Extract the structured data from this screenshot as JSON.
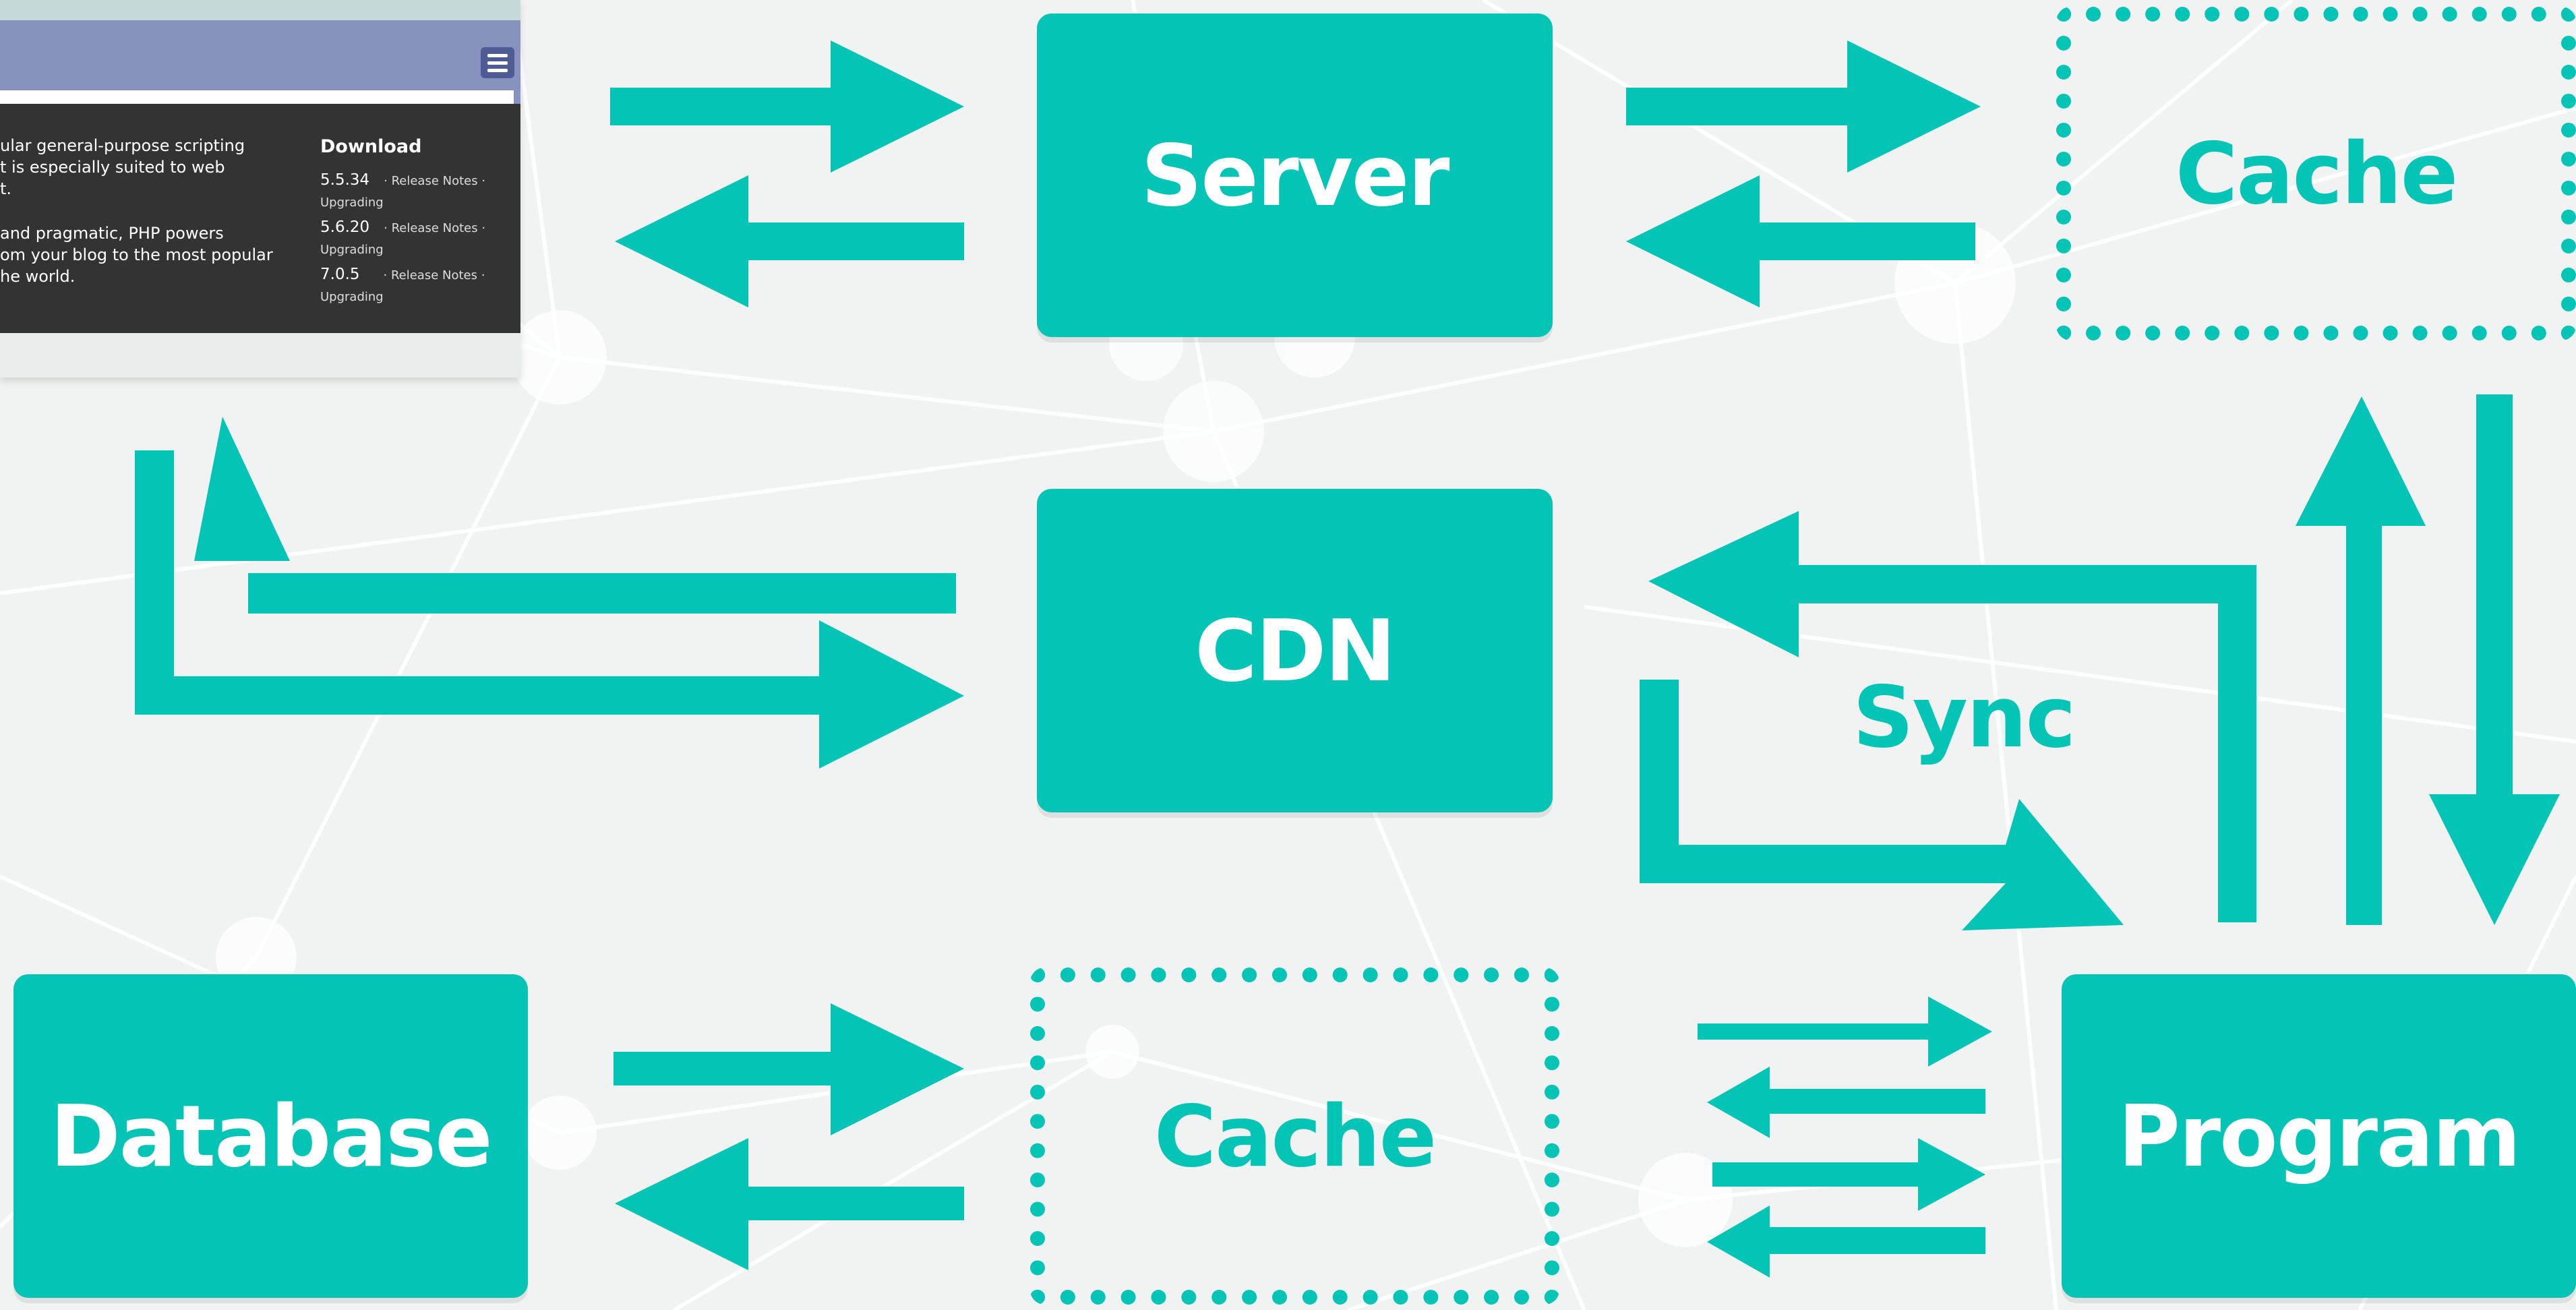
{
  "colors": {
    "accent": "#04c5b5",
    "background": "#f1f3f2",
    "php_header": "#8892bf",
    "php_body": "#333333"
  },
  "nodes": {
    "server": "Server",
    "cache_top": "Cache",
    "cdn": "CDN",
    "database": "Database",
    "cache_bottom": "Cache",
    "program": "Program"
  },
  "labels": {
    "sync": "Sync"
  },
  "php_site": {
    "menu_icon": "hamburger-menu-icon",
    "intro_lines": [
      "ular general-purpose scripting",
      "t is especially suited to web",
      "t.",
      "and pragmatic, PHP powers",
      "om your blog to the most popular",
      "he world."
    ],
    "download_title": "Download",
    "versions": [
      {
        "version": "5.5.34",
        "links": "· Release Notes ·",
        "upgrading": "Upgrading"
      },
      {
        "version": "5.6.20",
        "links": "· Release Notes ·",
        "upgrading": "Upgrading"
      },
      {
        "version": "7.0.5",
        "links": "· Release Notes ·",
        "upgrading": "Upgrading"
      }
    ]
  }
}
